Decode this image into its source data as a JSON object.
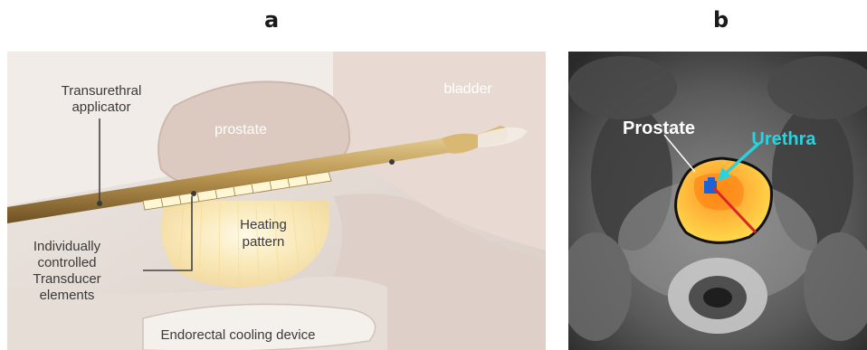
{
  "panel_a": {
    "letter": "a",
    "labels": {
      "applicator": [
        "Transurethral",
        "applicator"
      ],
      "prostate": "prostate",
      "bladder": "bladder",
      "heating": [
        "Heating",
        "pattern"
      ],
      "transducer": [
        "Individually",
        "controlled",
        "Transducer",
        "elements"
      ],
      "cooling": "Endorectal cooling device"
    }
  },
  "panel_b": {
    "letter": "b",
    "labels": {
      "prostate": "Prostate",
      "urethra": "Urethra"
    },
    "colors": {
      "prostate_label": "#ffffff",
      "urethra_label": "#27d3df",
      "urethra_arrow": "#27d3df",
      "treatment_line": "#d9262a"
    }
  }
}
